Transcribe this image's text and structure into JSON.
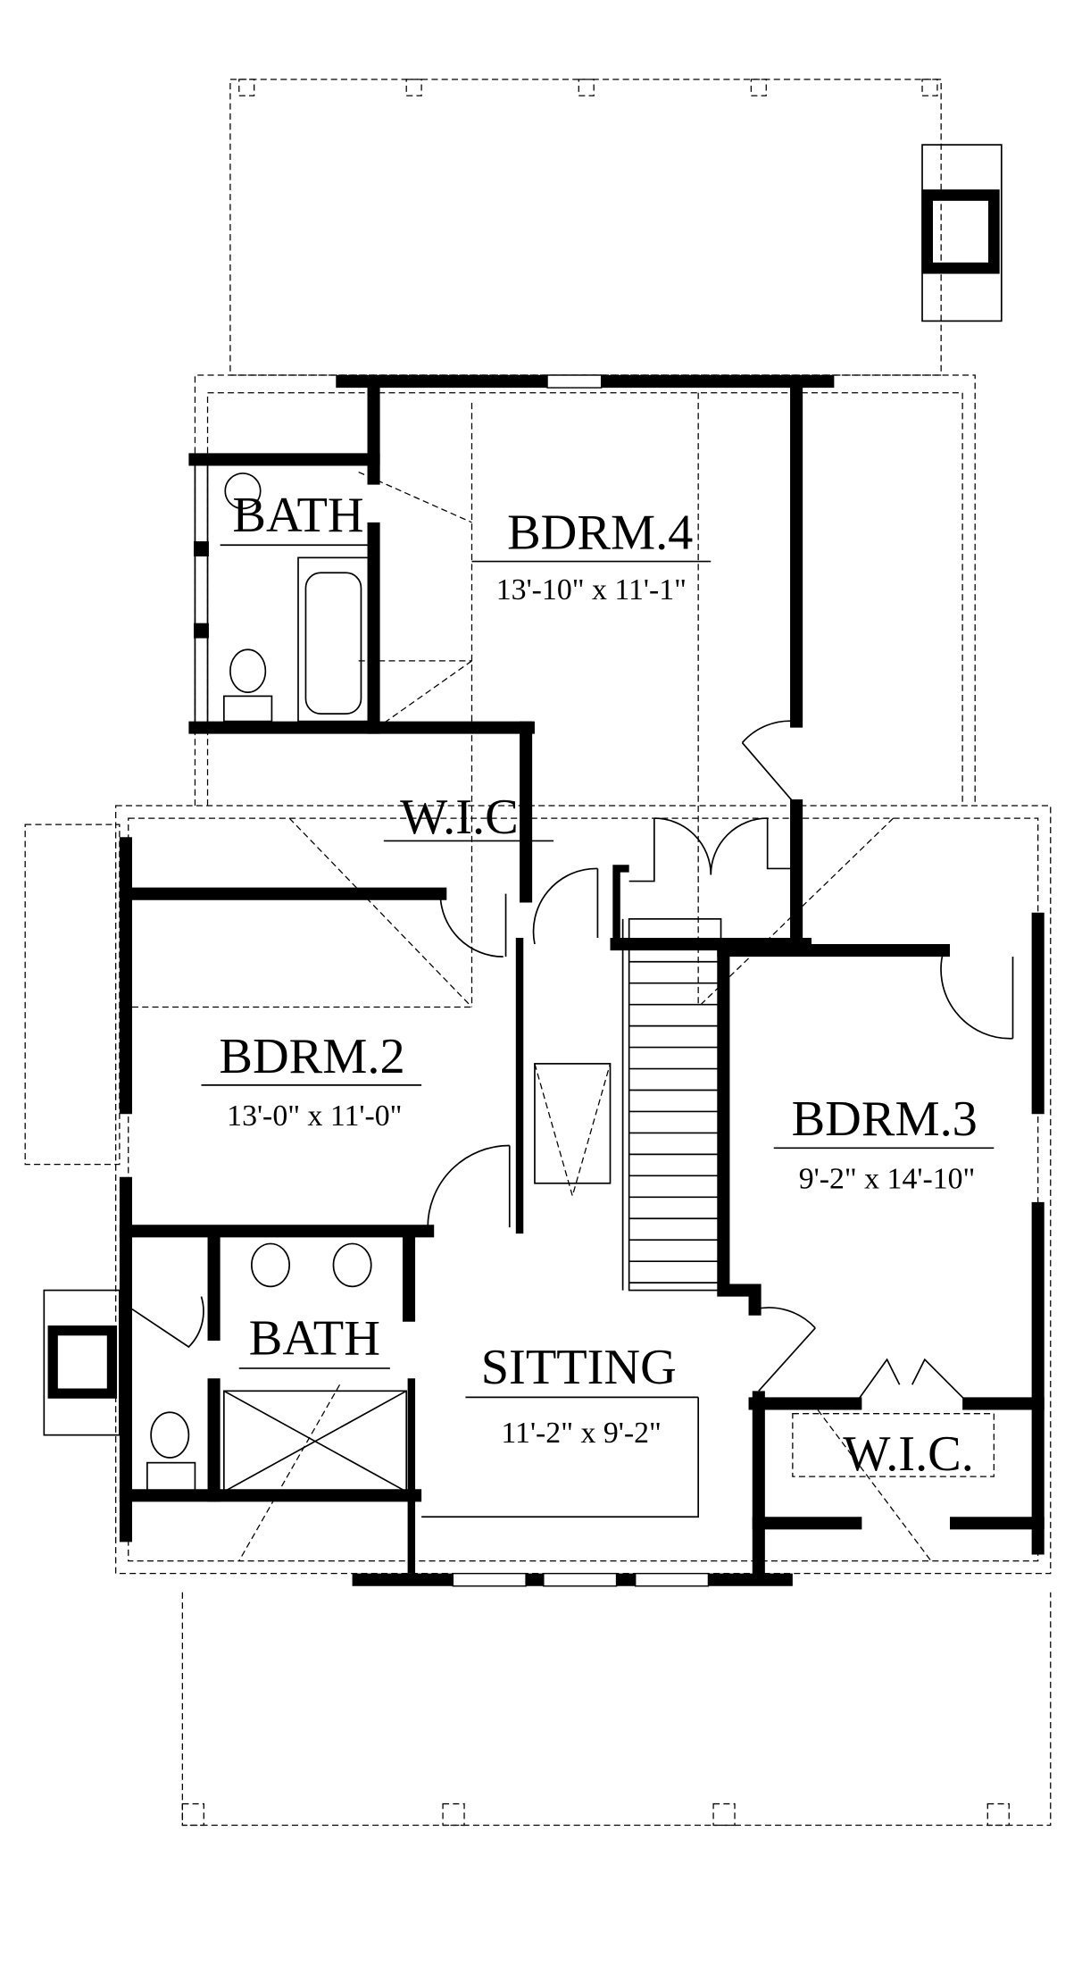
{
  "rooms": {
    "bath_upper": {
      "name": "BATH"
    },
    "bdrm4": {
      "name": "BDRM.4",
      "size": "13'-10\" x 11'-1\""
    },
    "wic_upper": {
      "name": "W.I.C."
    },
    "bdrm2": {
      "name": "BDRM.2",
      "size": "13'-0\" x 11'-0\""
    },
    "bdrm3": {
      "name": "BDRM.3",
      "size": "9'-2\" x 14'-10\""
    },
    "bath_lower": {
      "name": "BATH"
    },
    "sitting": {
      "name": "SITTING",
      "size": "11'-2\" x 9'-2\""
    },
    "wic_lower": {
      "name": "W.I.C."
    }
  }
}
